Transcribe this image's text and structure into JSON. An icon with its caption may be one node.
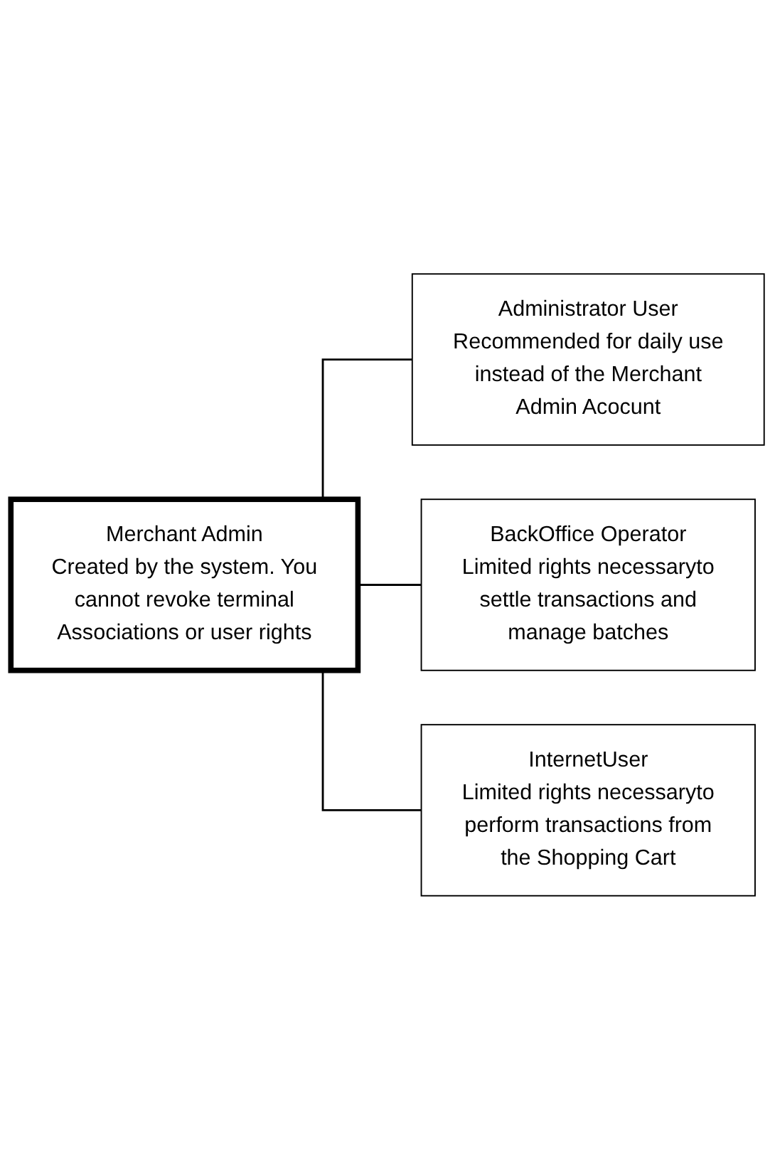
{
  "diagram": {
    "nodes": [
      {
        "text": [
          "Merchant Admin",
          "Created by the system. You cannot revoke terminal Associations or user rights"
        ]
      },
      {
        "text": [
          "Administrator User",
          "Recommended for daily use instead of the Merchant Admin Acocunt"
        ]
      },
      {
        "text": [
          "BackOffice Operator",
          "Limited rights necessaryto settle transactions and manage batches"
        ]
      },
      {
        "text": [
          "InternetUser",
          "Limited rights necessaryto perform transactions from the Shopping Cart"
        ]
      }
    ],
    "edges": [
      {
        "from": 0,
        "to": 1,
        "arrow": "none"
      },
      {
        "from": 0,
        "to": 2,
        "arrow": "none"
      },
      {
        "from": 0,
        "to": 3,
        "arrow": "none"
      }
    ]
  }
}
